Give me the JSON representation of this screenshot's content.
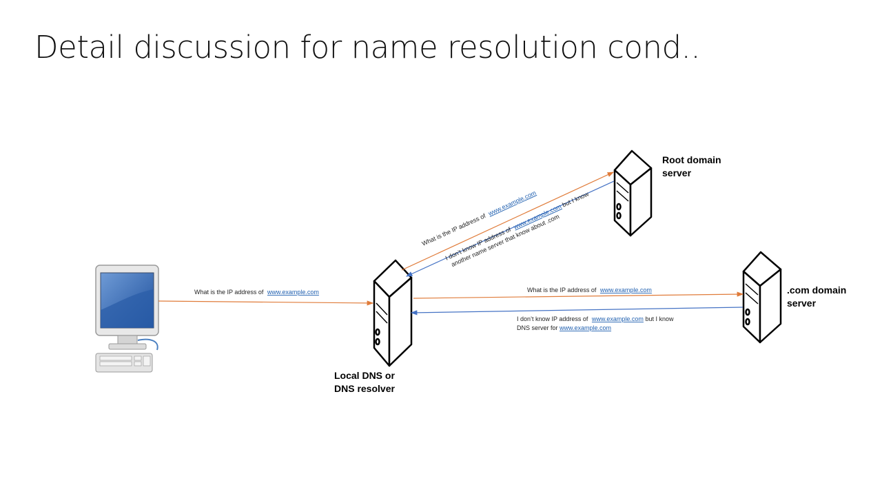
{
  "slide": {
    "title": "Detail discussion for name resolution cond.."
  },
  "nodes": {
    "root": {
      "line1": "Root  domain",
      "line2": "server"
    },
    "com": {
      "line1": ".com domain",
      "line2": "server"
    },
    "local": {
      "line1": "Local DNS or",
      "line2": "DNS resolver"
    }
  },
  "messages": {
    "client_query": {
      "text": "What is the IP address of ",
      "link": "www.example.com"
    },
    "root_query": {
      "text": "What is the IP address of ",
      "link": "www.example.com"
    },
    "root_reply": {
      "line1_text": "I don’t know IP address of ",
      "line1_link": "www.example.com",
      "line1_tail": " but I know",
      "line2": "another name server that know about  .com"
    },
    "com_query": {
      "text": "What is the IP address of ",
      "link": "www.example.com"
    },
    "com_reply": {
      "line1_text": "I don’t know IP address of ",
      "line1_link": "www.example.com",
      "line1_tail": " but I know",
      "line2_text": "DNS  server for ",
      "line2_link": "www.example.com"
    }
  },
  "colors": {
    "query_arrow": "#e07b39",
    "reply_arrow": "#4472c4",
    "link": "#2060b0"
  }
}
